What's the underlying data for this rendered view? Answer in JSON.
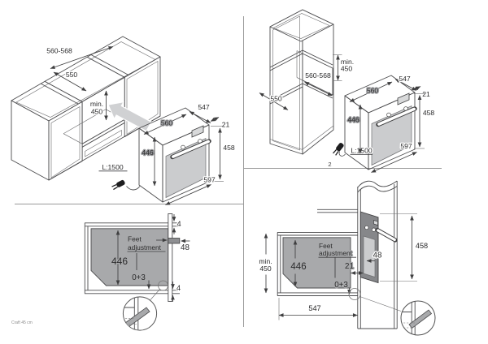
{
  "page": {
    "footer_label": "Craft 45 cm",
    "figure_number": "2"
  },
  "colors": {
    "line": "#4b4b4d",
    "dimension": "#3f3f40",
    "section_gray": "#a8a9ab",
    "oven_top": "#a7a8ab",
    "oven_side": "#97989b",
    "oven_front": "#86878a",
    "oven_door": "#cbccce",
    "insert_arrow": "#d0d1d3",
    "foot_bracket": "#8e8f92"
  },
  "top_left": {
    "view": "base cabinet installation",
    "niche_width": "560-568",
    "niche_depth": "550",
    "min_label": "min.",
    "min_height": "450",
    "oven": {
      "depth": "547",
      "width_top": "560",
      "door_thickness": "21",
      "height_front": "458",
      "height_body": "446",
      "width_front": "597",
      "cable_length": "L:1500"
    }
  },
  "top_right": {
    "view": "tall cabinet installation",
    "min_label": "min.",
    "min_height": "450",
    "niche_width": "560-568",
    "niche_depth": "550",
    "oven": {
      "depth": "547",
      "width_top": "560",
      "door_thickness": "21",
      "height_front": "458",
      "height_body": "446",
      "width_front": "597",
      "cable_length": "L:1500"
    }
  },
  "bottom_left": {
    "view": "niche cross-section",
    "gap_top": "4",
    "feet_line1": "Feet",
    "feet_line2": "adjustment",
    "feet_range": "48",
    "body_height": "446",
    "tolerance": "0+3",
    "gap_bottom": "4"
  },
  "bottom_right": {
    "view": "tall cabinet cross-section",
    "min_label": "min.",
    "min_height": "450",
    "body_height": "446",
    "feet_line1": "Feet",
    "feet_line2": "adjustment",
    "feet_range": "48",
    "door_thickness": "21",
    "tolerance": "0+3",
    "depth": "547",
    "height_front": "458"
  }
}
